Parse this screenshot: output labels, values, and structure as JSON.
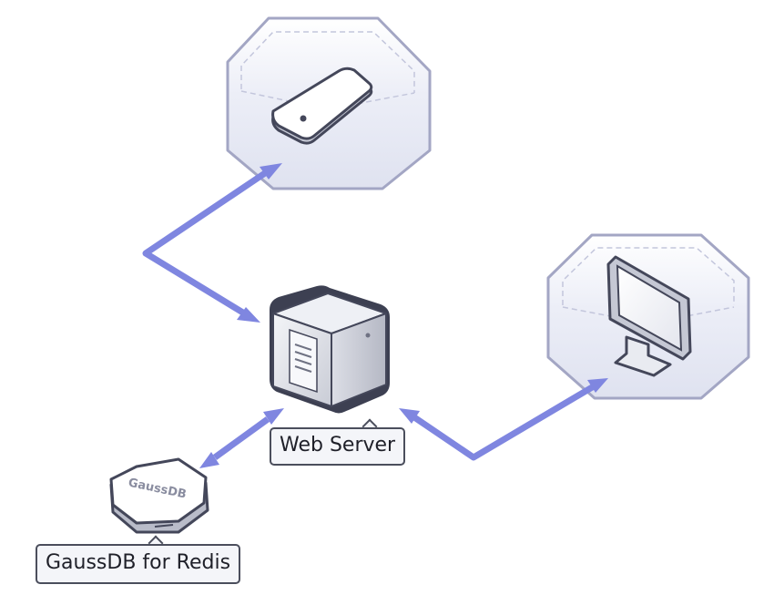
{
  "nodes": {
    "web_server": {
      "label": "Web Server",
      "icon": "server-icon"
    },
    "gaussdb": {
      "label": "GaussDB for Redis",
      "logo_text": "GaussDB",
      "icon": "database-puck-icon"
    },
    "mobile_device": {
      "icon": "mobile-device-icon"
    },
    "desktop_client": {
      "icon": "monitor-icon"
    }
  },
  "colors": {
    "arrow": "#7f86e0",
    "zone_fill": "#e6e8f4",
    "zone_stroke": "#a3a6c4",
    "outline": "#4b4e5c"
  }
}
